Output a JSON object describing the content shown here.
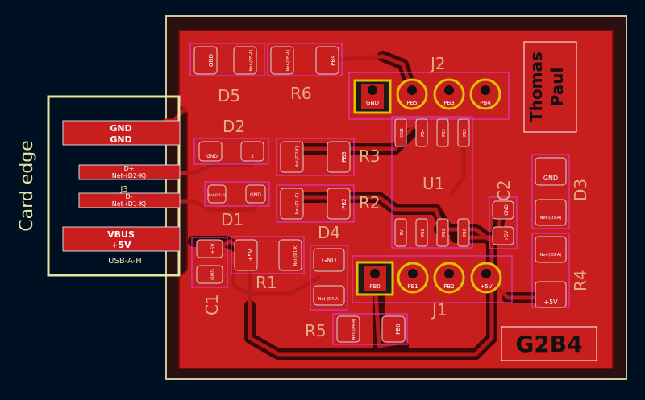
{
  "colors": {
    "background": "#001023",
    "board_edge": "#d0c89a",
    "copper_fill": "#c81e1e",
    "copper_track": "#b51818",
    "pad": "#c81e1e",
    "pad_outline": "#d8d8d8",
    "silkscreen": "#e0b080",
    "courtyard": "#e040e0",
    "fab": "#ff5050",
    "tht_ring": "#e0c000",
    "usb_outline": "#e8e2a0"
  },
  "board": {
    "title_top": "Thomas",
    "title_bottom": "Paul",
    "tag": "G2B4",
    "card_edge_label": "Card edge"
  },
  "usb": {
    "ref": "J3",
    "footprint": "USB-A-H",
    "pins": [
      {
        "line1": "GND",
        "line2": "GND"
      },
      {
        "line1": "D+",
        "line2": "Net-(D2-K)"
      },
      {
        "line1": "D-",
        "line2": "Net-(D1-K)"
      },
      {
        "line1": "VBUS",
        "line2": "+5V"
      }
    ]
  },
  "components": {
    "D5": {
      "ref": "D5",
      "pad1": "GND",
      "pad2": "Net-(D5-A)"
    },
    "R6": {
      "ref": "R6",
      "pad1": "Net-(D5-A)",
      "pad2": "PB4"
    },
    "D2": {
      "ref": "D2",
      "pad1": "GND",
      "pad2": "2"
    },
    "R3": {
      "ref": "R3",
      "pad1": "Net-(D2-K)",
      "pad2": "PB3"
    },
    "D1": {
      "ref": "D1",
      "pad1": "Net-(D1-K)",
      "pad2": "GND"
    },
    "R2": {
      "ref": "R2",
      "pad1": "Net-(D1-K)",
      "pad2": "PB2"
    },
    "C1": {
      "ref": "C1",
      "pad1": "+5V",
      "pad2": "GND"
    },
    "R1": {
      "ref": "R1",
      "pad1": "+5V",
      "pad2": "Net-(D1-K)"
    },
    "D4": {
      "ref": "D4",
      "pad1": "GND",
      "pad2": "Net-(D4-A)"
    },
    "R5": {
      "ref": "R5",
      "pad1": "Net-(D4-A)",
      "pad2": "PB0"
    },
    "C2": {
      "ref": "C2",
      "pad1": "GND",
      "pad2": "+5V"
    },
    "D3": {
      "ref": "D3",
      "pad1": "GND",
      "pad2": "Net-(D3-A)"
    },
    "R4": {
      "ref": "R4",
      "pad1": "Net-(D3-A)",
      "pad2": "+5V"
    },
    "U1": {
      "ref": "U1",
      "top_pins": [
        "GND",
        "PB4",
        "PB3",
        "PB5"
      ],
      "bottom_pins": [
        "5V",
        "PB2",
        "PB1",
        "PB0"
      ]
    },
    "J2": {
      "ref": "J2",
      "pins": [
        "GND",
        "PB5",
        "PB3",
        "PB4"
      ]
    },
    "J1": {
      "ref": "J1",
      "pins": [
        "PB0",
        "PB1",
        "PB2",
        "+5V"
      ]
    }
  }
}
